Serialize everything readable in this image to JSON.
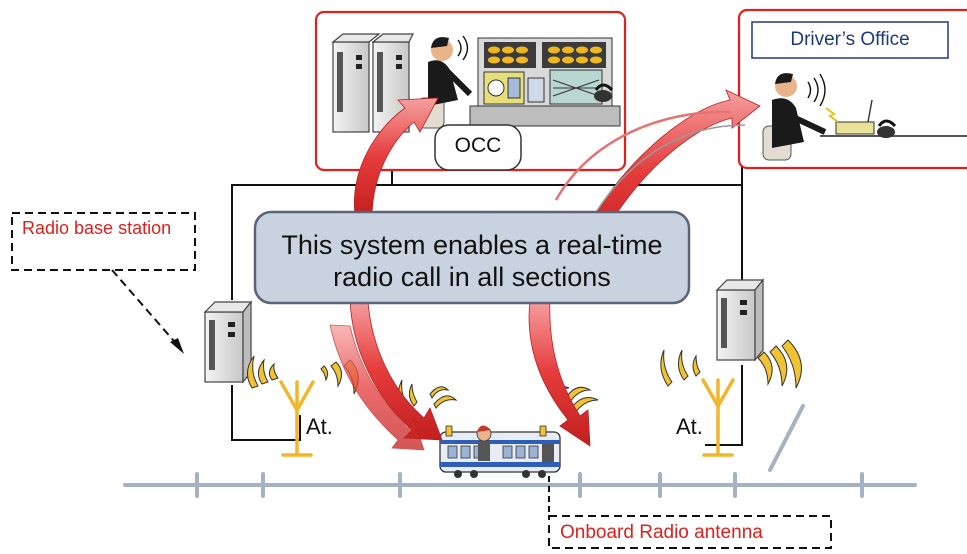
{
  "labels": {
    "occ": "OCC",
    "drivers_office": "Driver’s Office",
    "radio_base_station": "Radio base station",
    "system_message": "This system enables a real-time radio call in all sections",
    "antenna_left": "At.",
    "antenna_right": "At.",
    "onboard_antenna": "Onboard Radio antenna"
  },
  "colors": {
    "frame_red": "#e0201c",
    "label_red": "#e0201c",
    "callout_fill": "#c9d3e0",
    "callout_border": "#5a6478",
    "rail_gray": "#a4b2c4",
    "antenna_yellow": "#f1b62a",
    "arrow_red": "#e53b3b"
  },
  "icons": [
    "server-rack-icon",
    "operator-icon",
    "control-console-icon",
    "telephone-icon",
    "radio-waves-icon",
    "antenna-icon",
    "train-icon",
    "arrow-icon"
  ]
}
